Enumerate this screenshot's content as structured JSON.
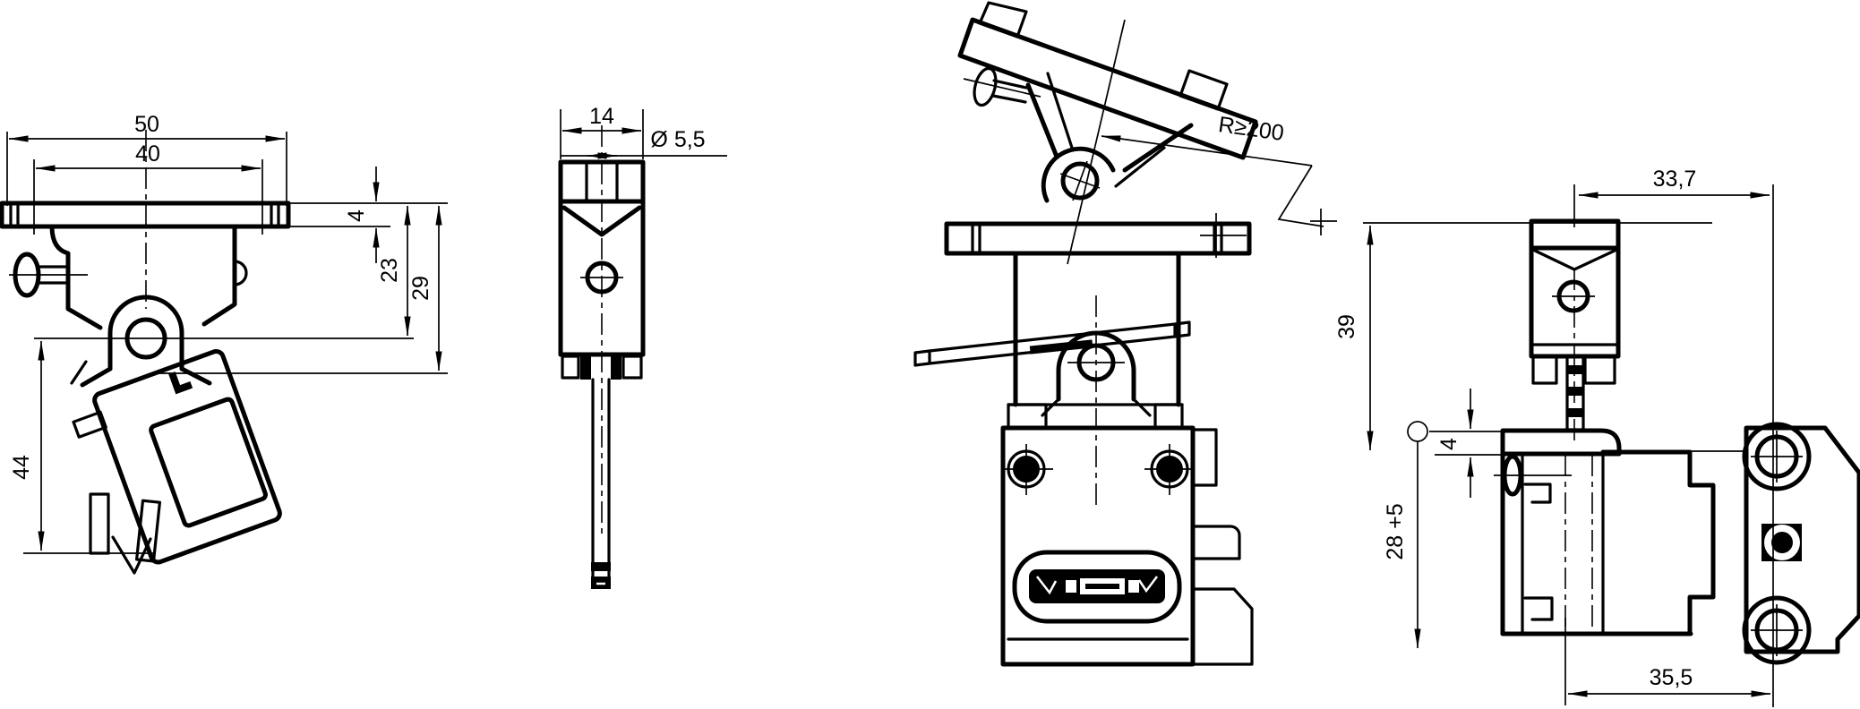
{
  "drawing_type": "technical-dimension-drawing",
  "colors": {
    "line": "#000000",
    "background": "#ffffff"
  },
  "views": {
    "bracket_front": {
      "name": "mounting bracket with lever, front view",
      "dims": {
        "outer_width": "50",
        "hole_spacing": "40",
        "flange_thickness": "4",
        "pivot_depth": "23",
        "lever_depth": "29",
        "lever_length": "44"
      }
    },
    "bracket_side": {
      "name": "mounting bracket with rod, side view",
      "dims": {
        "body_width": "14",
        "slot_diameter": "Ø 5,5"
      }
    },
    "assembled_front": {
      "name": "switch with bracket and lever raised, front view",
      "dims": {
        "min_radius": "R≥200"
      }
    },
    "assembled_side": {
      "name": "switch with bracket, side view",
      "dims": {
        "lever_offset": "33,7",
        "bracket_height": "39",
        "plate_thickness": "4",
        "actuation_height": "28 +5",
        "body_depth": "35,5"
      }
    }
  }
}
